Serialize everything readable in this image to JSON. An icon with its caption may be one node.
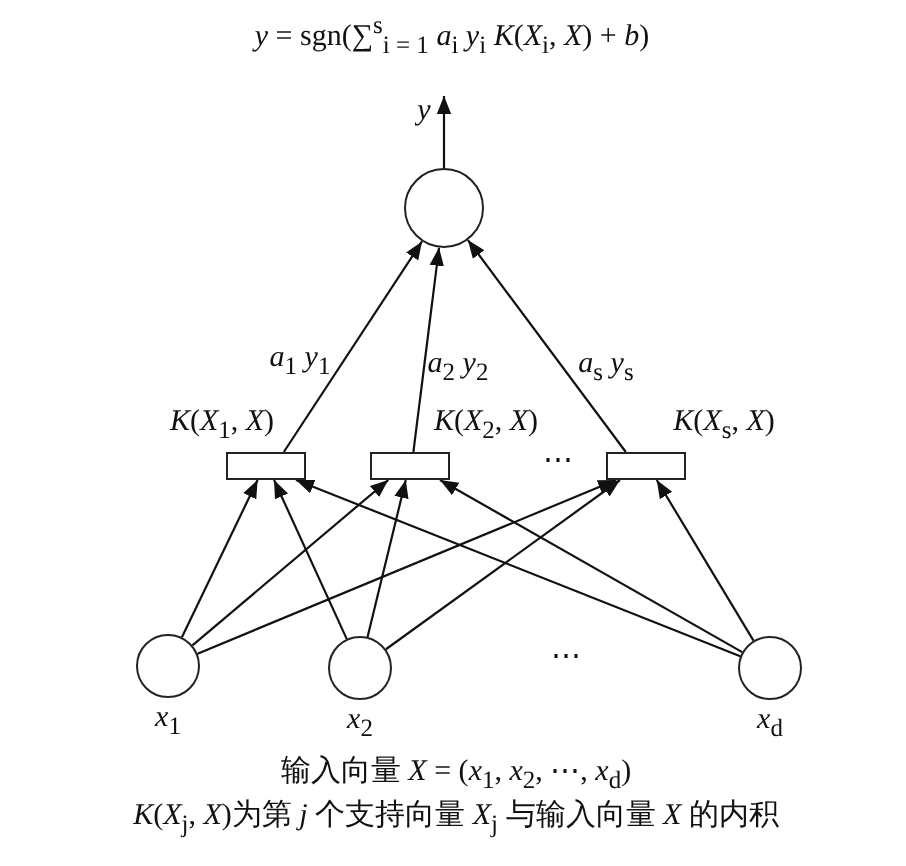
{
  "diagram": {
    "title": "*y* = sgn(∑$^{s}$$_{i = 1}$ *a*$_{i}$ *y*$_{i}$ *K*(*X*$_{i}$, *X*) + *b*)",
    "nodes": [
      {
        "text": [],
        "shape": "circle"
      },
      {
        "text": [
          "*K*(*X*$_{1}$, *X*)"
        ]
      },
      {
        "text": [
          "*K*(*X*$_{2}$, *X*)"
        ]
      },
      {
        "text": [
          "*K*(*X*$_{s}$, *X*)"
        ]
      },
      {
        "text": [
          "*x*$_{1}$"
        ]
      },
      {
        "text": [
          "*x*$_{2}$"
        ]
      },
      {
        "text": [
          "*x*$_{d}$"
        ]
      }
    ],
    "edges": [
      {
        "from": 4,
        "to": 1,
        "arrow": "to"
      },
      {
        "from": 5,
        "to": 1,
        "arrow": "to"
      },
      {
        "from": 6,
        "to": 1,
        "arrow": "to"
      },
      {
        "from": 4,
        "to": 2,
        "arrow": "to"
      },
      {
        "from": 5,
        "to": 2,
        "arrow": "to"
      },
      {
        "from": 6,
        "to": 2,
        "arrow": "to"
      },
      {
        "from": 4,
        "to": 3,
        "arrow": "to"
      },
      {
        "from": 5,
        "to": 3,
        "arrow": "to"
      },
      {
        "from": 6,
        "to": 3,
        "arrow": "to"
      },
      {
        "from": 1,
        "to": 0,
        "arrow": "to",
        "label": "*a*$_{1}$ *y*$_{1}$"
      },
      {
        "from": 2,
        "to": 0,
        "arrow": "to",
        "label": "*a*$_{2}$ *y*$_{2}$"
      },
      {
        "from": 3,
        "to": 0,
        "arrow": "to",
        "label": "*a*$_{s}$ *y*$_{s}$"
      },
      {
        "from": 0,
        "to": null,
        "arrow": "to",
        "label": "*y*"
      }
    ],
    "labels": [
      "⋯",
      "⋯",
      "输入向量 *X* = (*x*$_{1}$, *x*$_{2}$, ⋯, *x*$_{d}$)",
      "*K*(*X*$_{j}$, *X*)为第 *j* 个支持向量 *X*$_{j}$ 与输入向量 *X* 的内积"
    ]
  }
}
